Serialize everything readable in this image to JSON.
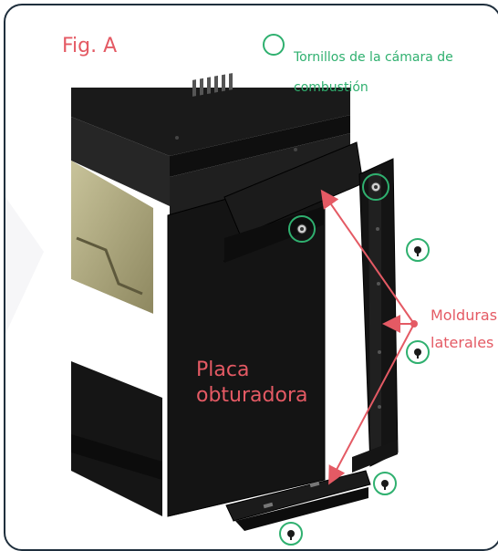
{
  "figure": {
    "title": "Fig. A",
    "legend": {
      "text": "Tornillos de la cámara de combustión"
    },
    "labels": {
      "placa": "Placa obturadora",
      "molduras": "Molduras laterales"
    },
    "colors": {
      "accent": "#e45a64",
      "screw_circle": "#2fb06f",
      "frame": "#1f2f3d",
      "metal": "#111111",
      "glass": "#b9b27f"
    },
    "icons": {
      "legend_icon": "screw-circle-icon",
      "screw_icon": "screw-icon",
      "arrow_icon": "pointer-arrow-icon"
    }
  }
}
